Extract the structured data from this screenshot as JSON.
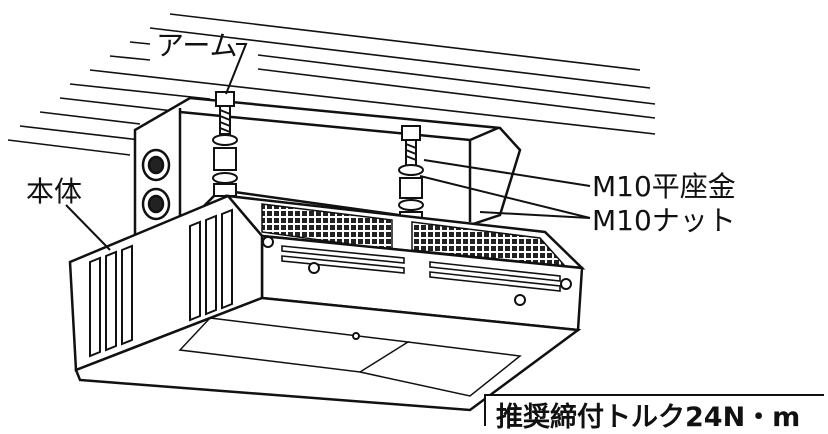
{
  "labels": {
    "arm": "アーム",
    "body": "本体",
    "washer": "M10平座金",
    "nut": "M10ナット"
  },
  "torque_note": "推奨締付トルク24N・m",
  "colors": {
    "line": "#111111",
    "background": "#ffffff",
    "mesh": "#222222"
  }
}
